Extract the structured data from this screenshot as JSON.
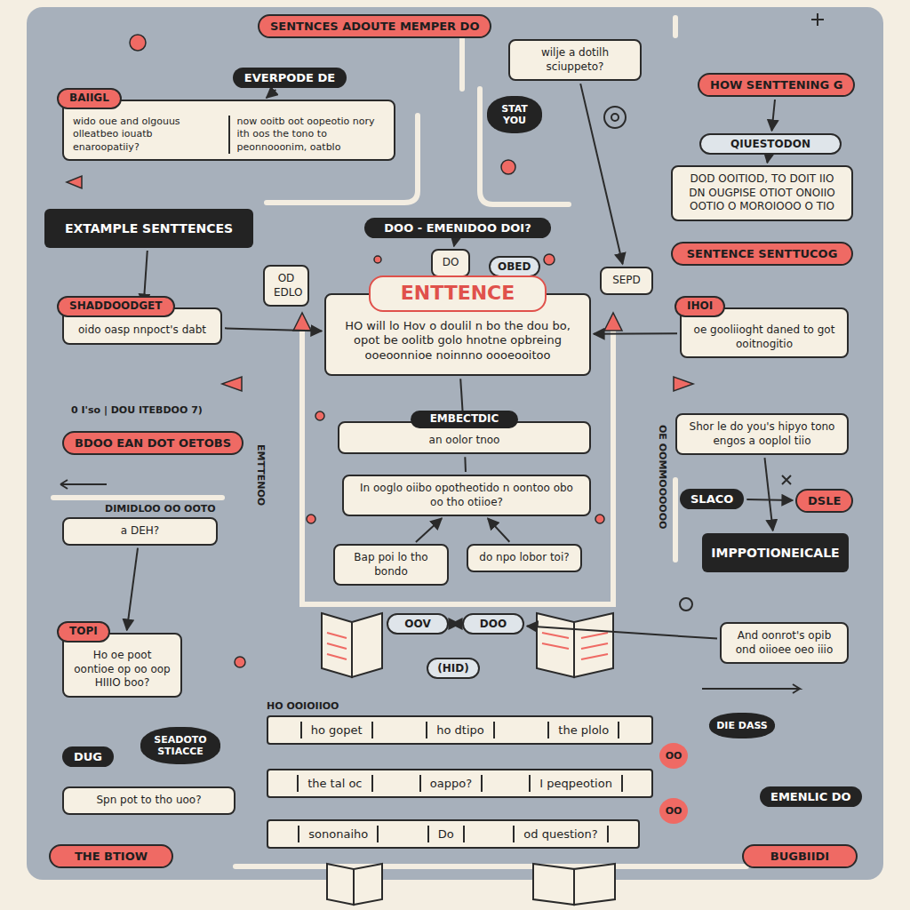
{
  "diagram": {
    "nodes": [
      {
        "text": [
          "SENTNCES ADOUTE MEMPER DO"
        ]
      },
      {
        "text": [
          "EVERPODE DE"
        ]
      },
      {
        "text": [
          "wilje a dotilh sciuppeto?"
        ]
      },
      {
        "text": [
          "STAT YOU"
        ]
      },
      {
        "text": [
          "HOW SENTTENING G"
        ]
      },
      {
        "text": [
          "QIUESTODON"
        ]
      },
      {
        "text": [
          "BAIIGL",
          "wido oue and olgouus olleatbeo iouatb enaroopatiiy?",
          "now ooitb oot oopeotio nory ith oos the tono to peonnooonim, oatblo"
        ]
      },
      {
        "text": [
          "DOD OOITIOD, TO DOIT IIO DN OUGPISE OTIOT ONOIIO OOTIO O MOROIOOO O TIO"
        ]
      },
      {
        "text": [
          "EXTAMPLE SENTTENCES"
        ]
      },
      {
        "text": [
          "DOO - EMENIDOO DOI?"
        ]
      },
      {
        "text": [
          "DO"
        ]
      },
      {
        "text": [
          "OD EDLO"
        ]
      },
      {
        "text": [
          "OBED"
        ]
      },
      {
        "text": [
          "SEPD"
        ]
      },
      {
        "text": [
          "SENTENCE SENTTUCOG"
        ]
      },
      {
        "text": [
          "ENTTENCE",
          "HO will lo Hov o doulil n bo the dou bo, opot be oolitb golo hnotne opbreing ooeoonnioe noinnno oooeooitoo"
        ]
      },
      {
        "text": [
          "SHADDOODGET",
          "oido oasp nnpoct's dabt"
        ]
      },
      {
        "text": [
          "IHOI",
          "oe gooliioght daned to got ooitnogitio"
        ]
      },
      {
        "text": [
          "BDOO EAN DOT OETOBS"
        ]
      },
      {
        "text": [
          "EMBECTDIC",
          "an oolor tnoo"
        ]
      },
      {
        "text": [
          "Shor le do you's hipyo tono engos a ooplol tiio"
        ]
      },
      {
        "text": [
          "In ooglo oiibo opotheotido n oontoo obo oo tho otiioe?"
        ]
      },
      {
        "text": [
          "SLACO"
        ]
      },
      {
        "text": [
          "DSLE"
        ]
      },
      {
        "text": [
          "a DEH?"
        ]
      },
      {
        "text": [
          "IMPPOTIONEICALE"
        ]
      },
      {
        "text": [
          "Bap poi lo tho bondo"
        ]
      },
      {
        "text": [
          "do npo lobor toi?"
        ]
      },
      {
        "text": [
          "OOV"
        ]
      },
      {
        "text": [
          "DOO"
        ]
      },
      {
        "text": [
          "(HID)"
        ]
      },
      {
        "text": [
          "TOPI",
          "Ho oe poot oontioe op oo oop HIIIO boo?"
        ]
      },
      {
        "text": [
          "And oonrot's opib ond oiioee oeo iiio"
        ]
      },
      {
        "text": [
          "DIE DASS"
        ]
      },
      {
        "text": [
          "ho gopet",
          "ho dtipo",
          "the plolo"
        ]
      },
      {
        "text": [
          "DUG"
        ]
      },
      {
        "text": [
          "SEADOTO STIACCE"
        ]
      },
      {
        "text": [
          "the tal oc",
          "oappo?",
          "I peqpeotion"
        ]
      },
      {
        "text": [
          "Spn pot to tho uoo?"
        ]
      },
      {
        "text": [
          "EMENLIC DO"
        ]
      },
      {
        "text": [
          "sononaiho",
          "Do",
          "od question?"
        ]
      },
      {
        "text": [
          "OO"
        ]
      },
      {
        "text": [
          "OO"
        ]
      },
      {
        "text": [
          "THE BTIOW"
        ]
      },
      {
        "text": [
          "BUGBIIDI"
        ]
      }
    ],
    "edges": [
      {
        "from": 1,
        "to": 6,
        "arrow": "to"
      },
      {
        "from": 2,
        "to": 13,
        "arrow": "to"
      },
      {
        "from": 4,
        "to": 5,
        "arrow": "to"
      },
      {
        "from": 5,
        "to": 7,
        "arrow": "to"
      },
      {
        "from": 9,
        "to": 10,
        "arrow": "to"
      },
      {
        "from": 10,
        "to": 15,
        "arrow": "to"
      },
      {
        "from": 16,
        "to": 15,
        "arrow": "to"
      },
      {
        "from": 17,
        "to": 15,
        "arrow": "to"
      },
      {
        "from": 19,
        "to": 15,
        "arrow": "none"
      },
      {
        "from": 21,
        "to": 19,
        "arrow": "none"
      },
      {
        "from": 26,
        "to": 21,
        "arrow": "to"
      },
      {
        "from": 27,
        "to": 21,
        "arrow": "to"
      },
      {
        "from": 20,
        "to": 25,
        "arrow": "to"
      },
      {
        "from": 28,
        "to": 29,
        "arrow": "both"
      },
      {
        "from": 32,
        "to": 29,
        "arrow": "to"
      },
      {
        "from": 24,
        "to": 31,
        "arrow": "to"
      },
      {
        "from": 8,
        "to": 16,
        "arrow": "to"
      },
      {
        "from": 22,
        "to": 23,
        "arrow": "to"
      }
    ],
    "labels": [
      "0 I'so | DOU ITEBDOO 7)",
      "DIMIDLOO OO OOTO",
      "EMTTENOO",
      "OE OOMMOOOOOO",
      "HO OOIOIIOO"
    ]
  }
}
